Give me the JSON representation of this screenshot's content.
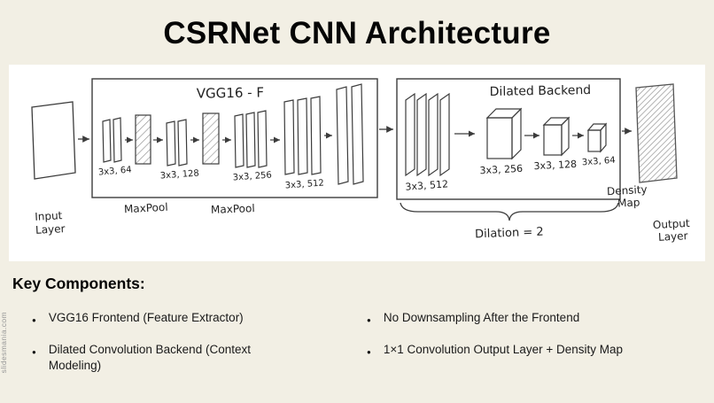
{
  "slide": {
    "title": "CSRNet CNN Architecture",
    "watermark": "slidesmania.com"
  },
  "diagram": {
    "input": {
      "line1": "Input",
      "line2": "Layer"
    },
    "frontend": {
      "title": "VGG16 - F",
      "layer_labels": [
        "3x3, 64",
        "3x3, 128",
        "3x3, 256",
        "3x3, 512"
      ],
      "maxpool_labels": [
        "MaxPool",
        "MaxPool"
      ]
    },
    "backend": {
      "title": "Dilated Backend",
      "layer_labels": [
        "3x3, 512",
        "3x3, 256",
        "3x3, 128",
        "3x3, 64"
      ],
      "dilation_label": "Dilation = 2"
    },
    "output": {
      "density_line1": "Density",
      "density_line2": "Map",
      "output_line1": "Output",
      "output_line2": "Layer"
    },
    "stroke_color": "#3c3c3c"
  },
  "key_components": {
    "heading": "Key Components:",
    "bullets_left": [
      "VGG16 Frontend (Feature Extractor)",
      "Dilated Convolution Backend (Context Modeling)"
    ],
    "bullets_right": [
      "No Downsampling After the Frontend",
      "1×1 Convolution Output Layer + Density Map"
    ]
  }
}
